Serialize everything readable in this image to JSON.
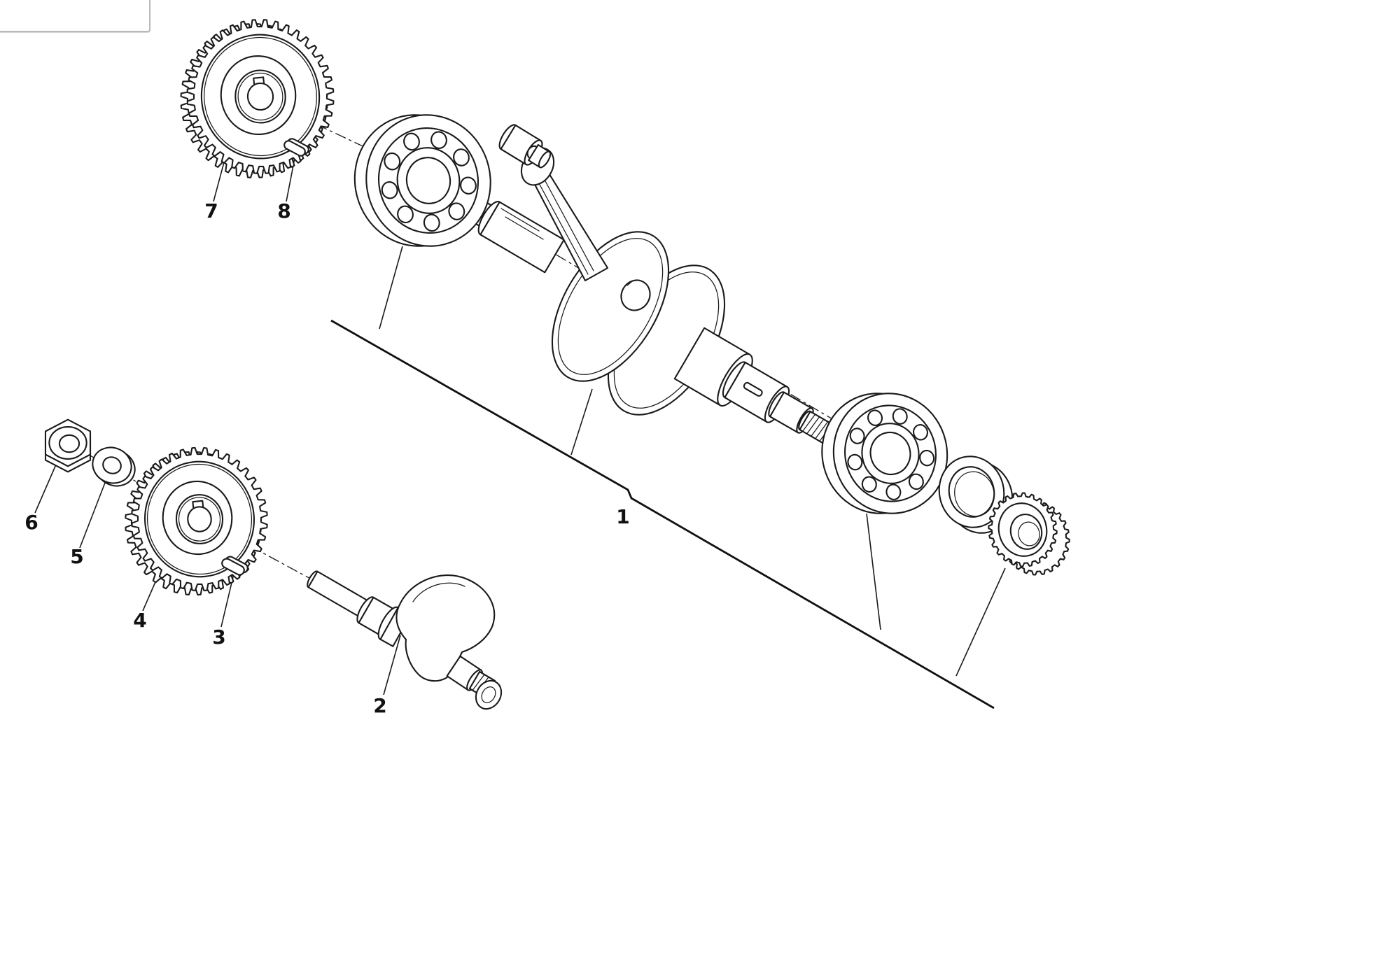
{
  "figure": {
    "type": "exploded-parts-diagram"
  },
  "part_labels": [
    "1",
    "2",
    "3",
    "4",
    "5",
    "6",
    "7",
    "8"
  ],
  "colors": {
    "background": "#ffffff",
    "line": "#1a1a1a",
    "artifact_border": "#b9b9b9"
  }
}
